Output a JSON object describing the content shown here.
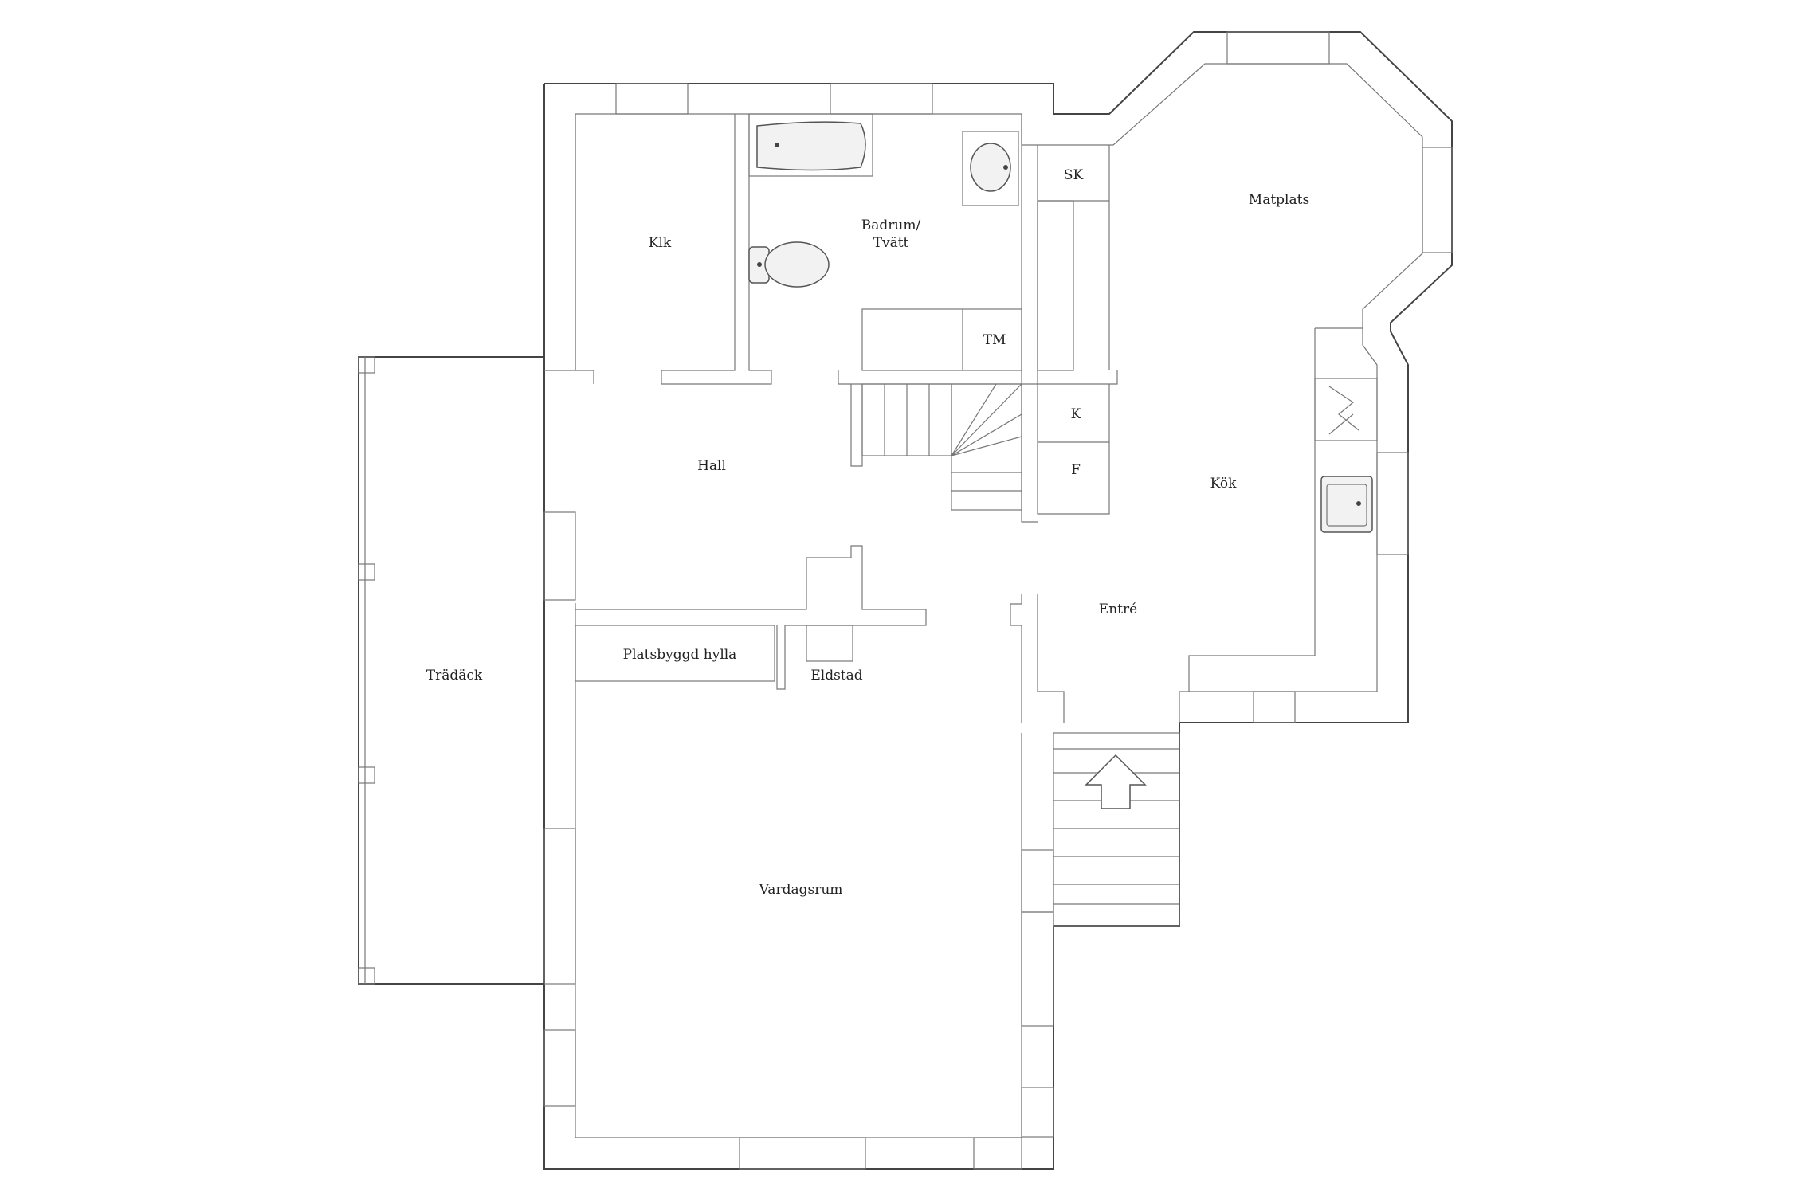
{
  "rooms": {
    "klk": "Klk",
    "badrum_line1": "Badrum/",
    "badrum_line2": "Tvätt",
    "matplats": "Matplats",
    "sk": "SK",
    "tm": "TM",
    "k": "K",
    "f": "F",
    "hall": "Hall",
    "kok": "Kök",
    "entre": "Entré",
    "tradack": "Trädäck",
    "hylla": "Platsbyggd hylla",
    "eldstad": "Eldstad",
    "vardagsrum": "Vardagsrum"
  },
  "icons": [
    "bathtub-icon",
    "sink-icon",
    "toilet-icon",
    "stove-icon",
    "kitchen-sink-icon",
    "entrance-arrow-icon"
  ]
}
